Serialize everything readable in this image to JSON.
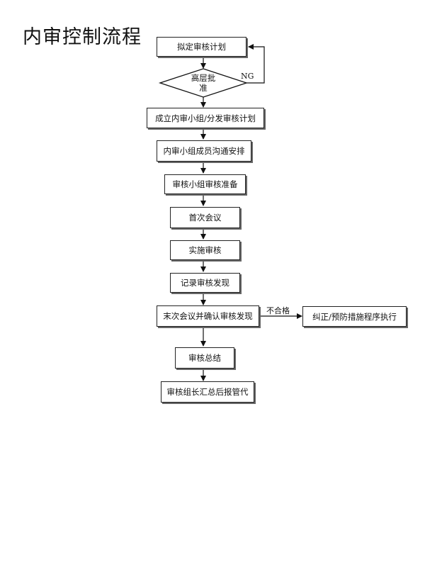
{
  "title": "内审控制流程",
  "nodes": {
    "plan": "拟定审核计划",
    "approve_line1": "高层批",
    "approve_line2": "准",
    "team": "成立内审小组/分发审核计划",
    "communicate": "内审小组成员沟通安排",
    "prepare": "审核小组审核准备",
    "first_meeting": "首次会议",
    "implement": "实施审核",
    "record": "记录审核发现",
    "last_meeting": "末次会议并确认审核发现",
    "corrective": "纠正/预防措施程序执行",
    "summary": "审核总结",
    "report": "审核组长汇总后报管代"
  },
  "edge_labels": {
    "ng": "NG",
    "nonconforming": "不合格"
  }
}
